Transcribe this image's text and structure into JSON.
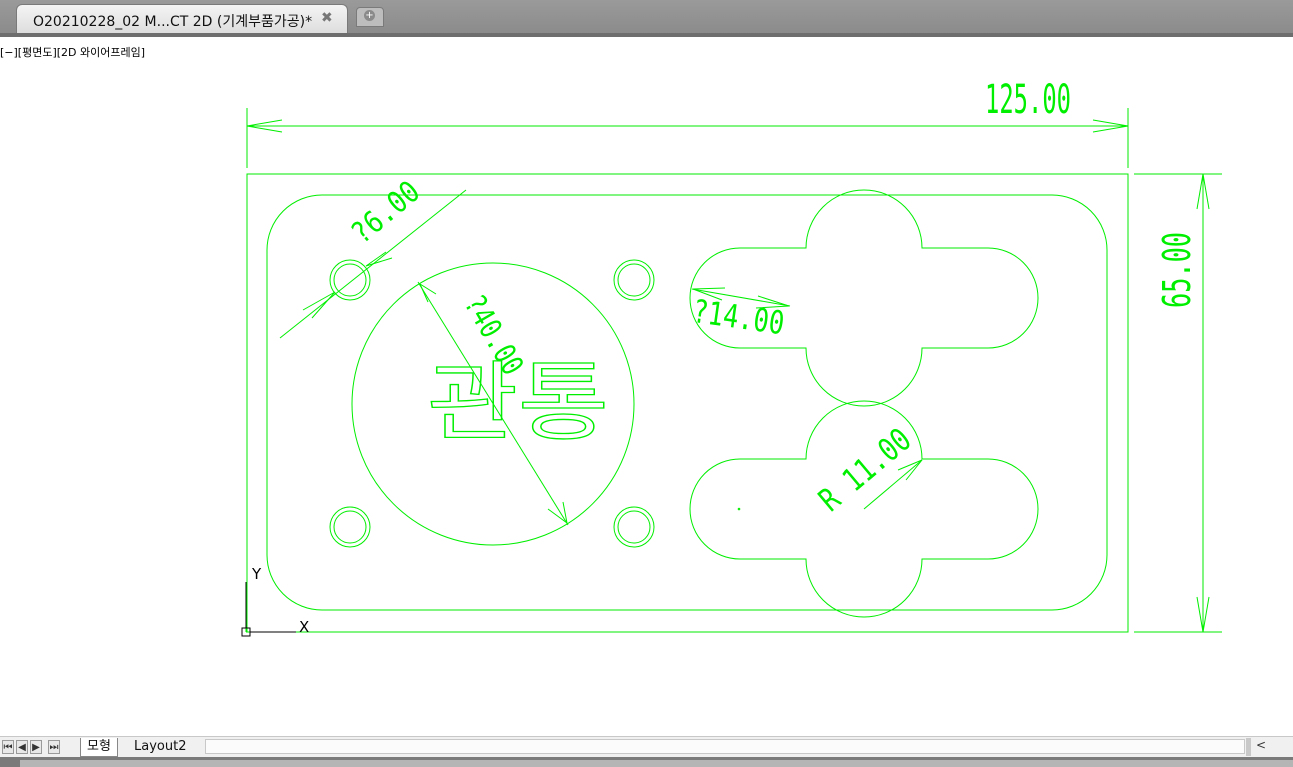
{
  "window": {
    "doc_tab_title": "O20210228_02 M...CT 2D (기계부품가공)*",
    "close_glyph": "✖",
    "new_tab_glyph": "+"
  },
  "viewport": {
    "view_label": "[−][평면도][2D 와이어프레임]"
  },
  "drawing": {
    "line_color": "#00ee00",
    "dims": {
      "width_dim": "125.00",
      "height_dim": "65.00",
      "dia_small": "?6.00",
      "dia_big": "?40.00",
      "dia_slot": "?14.00",
      "radius": "R 11.00"
    },
    "engraved_text": "관통",
    "ucs": {
      "x_label": "X",
      "y_label": "Y"
    }
  },
  "layout_tabs": {
    "nav": [
      "⏮",
      "◀",
      "▶",
      "⏭"
    ],
    "tabs": [
      "모형",
      "Layout2"
    ],
    "scroll_left": "<"
  }
}
